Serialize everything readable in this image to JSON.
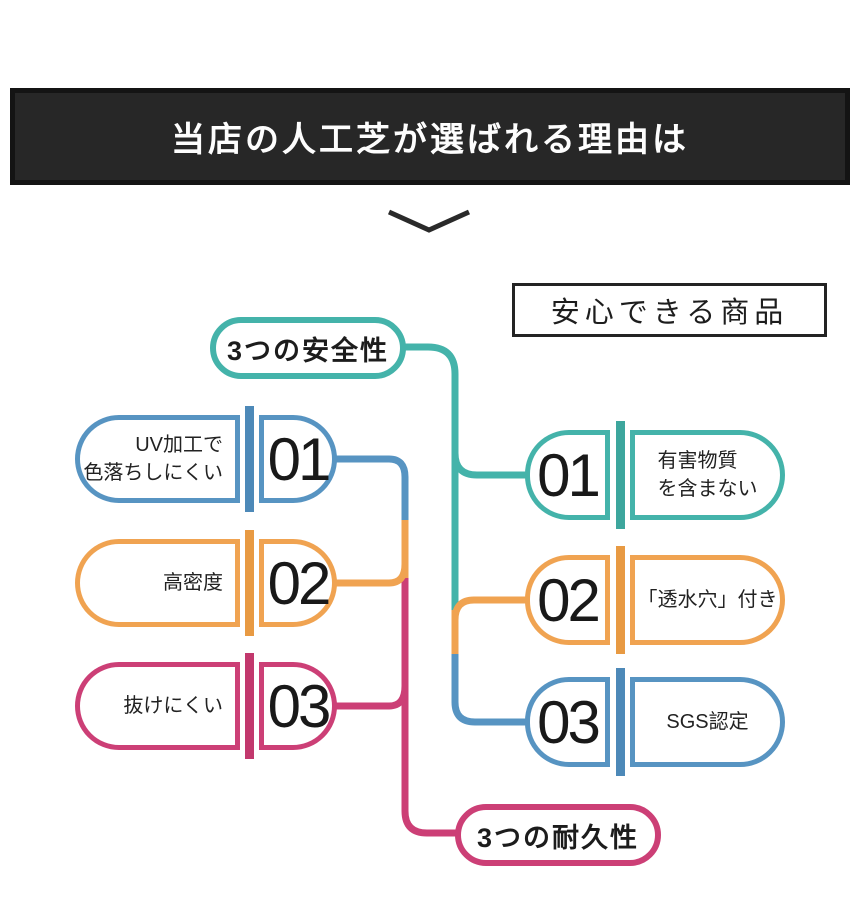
{
  "header": {
    "title": "当店の人工芝が選ばれる理由は"
  },
  "heading_box": {
    "text": "安心できる商品"
  },
  "safety": {
    "label": "3つの安全性",
    "items": [
      {
        "number": "01",
        "lines": [
          "有害物質",
          "を含まない"
        ],
        "color": "#44b3aa"
      },
      {
        "number": "02",
        "lines": [
          "「透水穴」付き"
        ],
        "color": "#f0a351"
      },
      {
        "number": "03",
        "lines": [
          "SGS認定"
        ],
        "color": "#5794c2"
      }
    ]
  },
  "durability": {
    "label": "3つの耐久性",
    "items": [
      {
        "number": "01",
        "lines": [
          "UV加工で",
          "色落ちしにくい"
        ],
        "color": "#5794c2"
      },
      {
        "number": "02",
        "lines": [
          "高密度"
        ],
        "color": "#f0a351"
      },
      {
        "number": "03",
        "lines": [
          "抜けにくい"
        ],
        "color": "#cc3f76"
      }
    ]
  },
  "icons": {
    "arrow": "chevron-down"
  },
  "colors": {
    "teal": "#44b3aa",
    "blue": "#5794c2",
    "orange": "#f0a351",
    "pink": "#cc3f76",
    "header_bg": "#272727",
    "header_border": "#141414",
    "header_text": "#fdfdfd",
    "ink": "#1e1e1e",
    "background": "#ffffff"
  }
}
